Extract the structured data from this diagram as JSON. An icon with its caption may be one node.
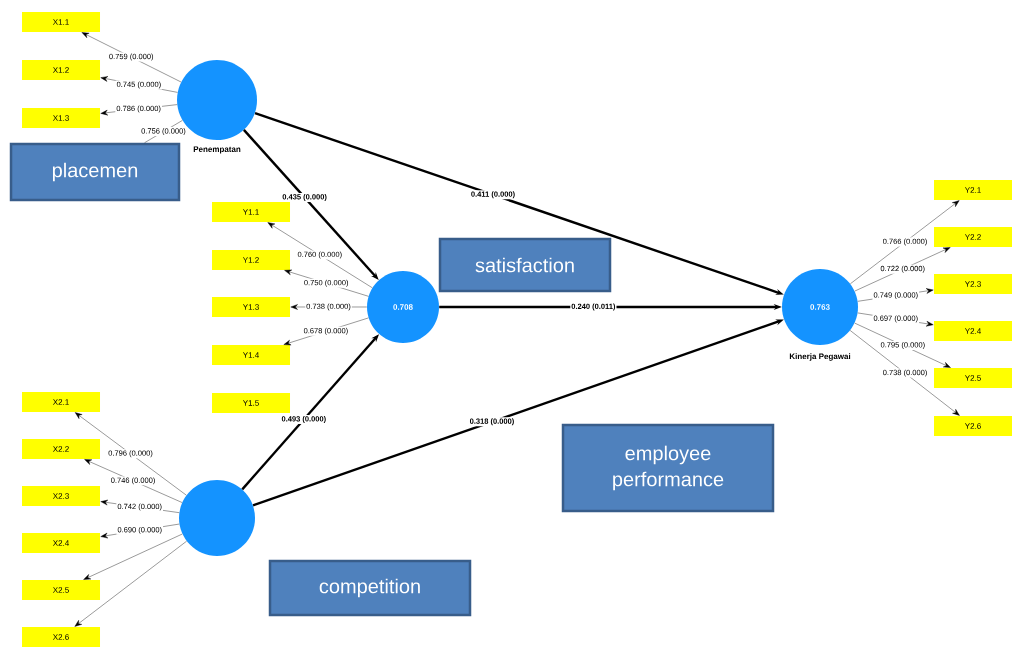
{
  "diagram": {
    "nodes": [
      {
        "text": [
          "X1.1"
        ]
      },
      {
        "text": [
          "X1.2"
        ]
      },
      {
        "text": [
          "X1.3"
        ]
      },
      {
        "text": [],
        "shape": "circle",
        "beside": [
          "Penempatan"
        ]
      },
      {
        "text": [
          "placemen"
        ]
      },
      {
        "text": [
          "Y1.1"
        ]
      },
      {
        "text": [
          "Y1.2"
        ]
      },
      {
        "text": [
          "Y1.3"
        ]
      },
      {
        "text": [
          "Y1.4"
        ]
      },
      {
        "text": [
          "Y1.5"
        ]
      },
      {
        "text": [
          "0.708"
        ]
      },
      {
        "text": [
          "satisfaction"
        ]
      },
      {
        "text": [
          "X2.1"
        ]
      },
      {
        "text": [
          "X2.2"
        ]
      },
      {
        "text": [
          "X2.3"
        ]
      },
      {
        "text": [
          "X2.4"
        ]
      },
      {
        "text": [
          "X2.5"
        ]
      },
      {
        "text": [
          "X2.6"
        ]
      },
      {
        "text": [],
        "shape": "circle"
      },
      {
        "text": [
          "competition"
        ]
      },
      {
        "text": [
          "0.763"
        ],
        "beside": [
          "Kinerja Pegawai"
        ]
      },
      {
        "text": [
          "employee performance"
        ]
      },
      {
        "text": [
          "Y2.1"
        ]
      },
      {
        "text": [
          "Y2.2"
        ]
      },
      {
        "text": [
          "Y2.3"
        ]
      },
      {
        "text": [
          "Y2.4"
        ]
      },
      {
        "text": [
          "Y2.5"
        ]
      },
      {
        "text": [
          "Y2.6"
        ]
      }
    ],
    "edges": [
      {
        "from": 3,
        "to": 10,
        "arrow": "to",
        "label": "0.435 (0.000)",
        "style": "thick"
      },
      {
        "from": 3,
        "to": 20,
        "arrow": "to",
        "label": "0.411 (0.000)",
        "style": "thick"
      },
      {
        "from": 10,
        "to": 20,
        "arrow": "to",
        "label": "0.240 (0.011)",
        "style": "thick"
      },
      {
        "from": 18,
        "to": 10,
        "arrow": "to",
        "label": "0.493 (0.000)",
        "style": "thick"
      },
      {
        "from": 18,
        "to": 20,
        "arrow": "to",
        "label": "0.318 (0.000)",
        "style": "thick"
      },
      {
        "from": 3,
        "to": 0,
        "arrow": "to",
        "label": "0.759 (0.000)"
      },
      {
        "from": 3,
        "to": 1,
        "arrow": "to",
        "label": "0.745 (0.000)"
      },
      {
        "from": 3,
        "to": 2,
        "arrow": "to",
        "label": "0.786 (0.000)"
      },
      {
        "from": 3,
        "to": 4,
        "arrow": "none",
        "label": "0.756 (0.000)"
      },
      {
        "from": 10,
        "to": 5,
        "arrow": "to",
        "label": "0.760 (0.000)"
      },
      {
        "from": 10,
        "to": 6,
        "arrow": "to",
        "label": "0.750 (0.000)"
      },
      {
        "from": 10,
        "to": 7,
        "arrow": "to",
        "label": "0.738 (0.000)"
      },
      {
        "from": 10,
        "to": 8,
        "arrow": "to",
        "label": "0.678 (0.000)"
      },
      {
        "from": 18,
        "to": 12,
        "arrow": "to",
        "label": "0.796 (0.000)"
      },
      {
        "from": 18,
        "to": 13,
        "arrow": "to",
        "label": "0.746 (0.000)"
      },
      {
        "from": 18,
        "to": 14,
        "arrow": "to",
        "label": "0.742 (0.000)"
      },
      {
        "from": 18,
        "to": 15,
        "arrow": "to",
        "label": "0.690 (0.000)"
      },
      {
        "from": 18,
        "to": 16,
        "arrow": "to"
      },
      {
        "from": 18,
        "to": 17,
        "arrow": "to"
      },
      {
        "from": 20,
        "to": 22,
        "arrow": "to",
        "label": "0.766 (0.000)"
      },
      {
        "from": 20,
        "to": 23,
        "arrow": "to",
        "label": "0.722 (0.000)"
      },
      {
        "from": 20,
        "to": 24,
        "arrow": "to",
        "label": "0.749 (0.000)"
      },
      {
        "from": 20,
        "to": 25,
        "arrow": "to",
        "label": "0.697 (0.000)"
      },
      {
        "from": 20,
        "to": 26,
        "arrow": "to",
        "label": "0.795 (0.000)"
      },
      {
        "from": 20,
        "to": 27,
        "arrow": "to",
        "label": "0.738 (0.000)"
      }
    ]
  }
}
